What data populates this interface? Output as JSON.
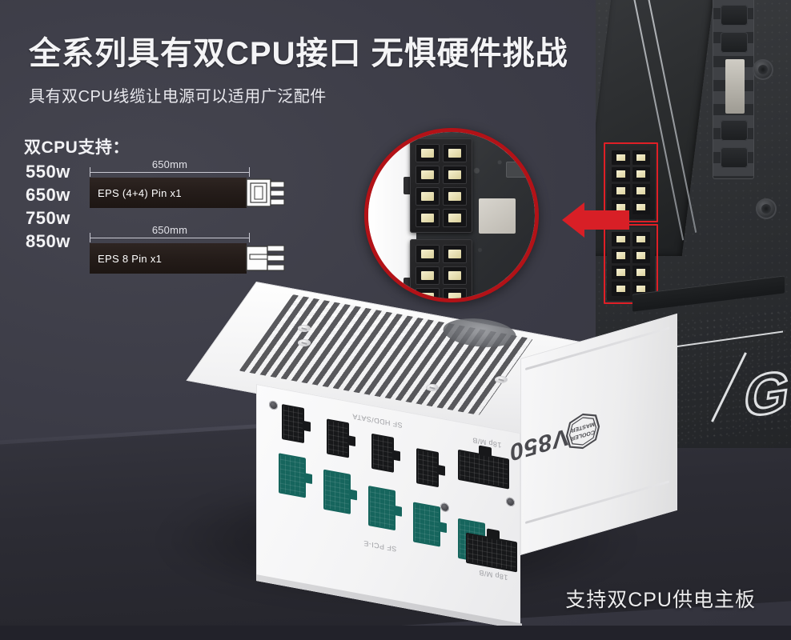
{
  "header": {
    "title": "全系列具有双CPU接口 无惧硬件挑战",
    "subtitle": "具有双CPU线缆让电源可以适用广泛配件"
  },
  "spec": {
    "heading": "双CPU支持：",
    "wattages": [
      "550w",
      "650w",
      "750w",
      "850w"
    ],
    "cables": [
      {
        "label": "EPS (4+4) Pin x1",
        "length": "650mm",
        "connector": "eps-4plus4-connector-icon"
      },
      {
        "label": "EPS 8 Pin x1",
        "length": "650mm",
        "connector": "eps-8pin-connector-icon"
      }
    ]
  },
  "callout": {
    "magnifier_label": "dual-eps-connector-closeup",
    "arrow": "red-left-arrow-icon",
    "highlight_color": "#e01f26",
    "circle_border_color": "#b31217"
  },
  "product": {
    "model": "V850",
    "brand": "COOLER MASTER",
    "brand_line1": "COOLER",
    "brand_line2": "MASTER",
    "panel_labels": [
      "SF HDD/SATA",
      "SF PCI-E",
      "18p M/B",
      "18p M/B"
    ],
    "port_color_pcie": "#16655d",
    "port_color_black": "#17181a"
  },
  "footer": {
    "caption": "支持双CPU供电主板"
  },
  "motherboard": {
    "logo": "G",
    "eps_ports": 2
  }
}
